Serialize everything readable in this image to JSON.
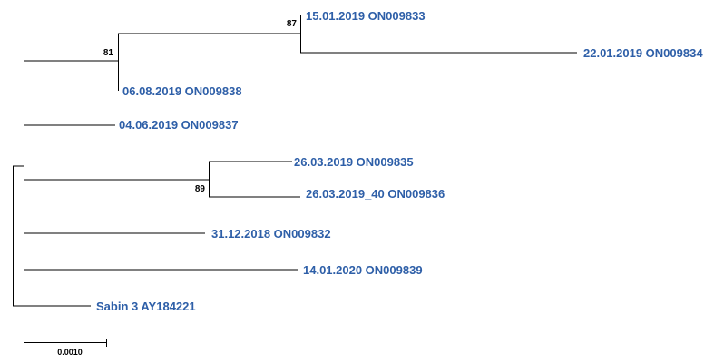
{
  "tree": {
    "label_color": "#2e5fa8",
    "leaves": [
      {
        "id": "L1",
        "label": "15.01.2019 ON009833"
      },
      {
        "id": "L2",
        "label": "22.01.2019 ON009834"
      },
      {
        "id": "L3",
        "label": "06.08.2019 ON009838"
      },
      {
        "id": "L4",
        "label": "04.06.2019 ON009837"
      },
      {
        "id": "L5",
        "label": "26.03.2019 ON009835"
      },
      {
        "id": "L6",
        "label": "26.03.2019_40 ON009836"
      },
      {
        "id": "L7",
        "label": "31.12.2018 ON009832"
      },
      {
        "id": "L8",
        "label": "14.01.2020 ON009839"
      },
      {
        "id": "L9",
        "label": "Sabin 3 AY184221"
      }
    ],
    "support_values": [
      {
        "clade": "L1+L2",
        "value": "87"
      },
      {
        "clade": "L1+L2+L3",
        "value": "81"
      },
      {
        "clade": "L5+L6",
        "value": "89"
      }
    ],
    "scale_bar": {
      "label": "0.0010",
      "length": 0.001
    }
  }
}
